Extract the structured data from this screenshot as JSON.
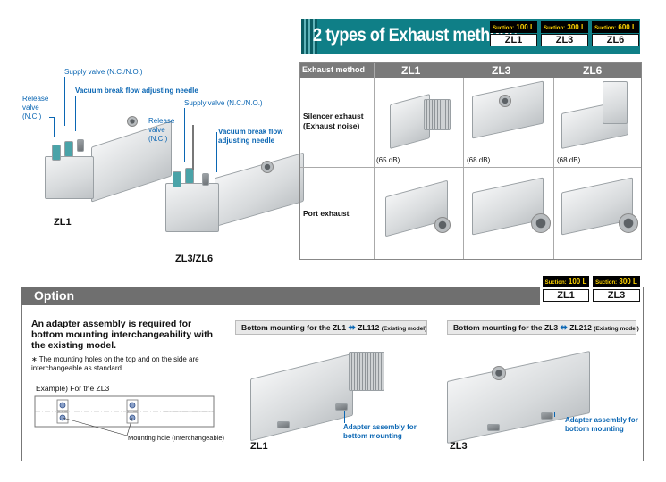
{
  "banner": {
    "title": "2 types of Exhaust methods",
    "models": [
      {
        "suction_label": "Suction:",
        "suction_value": "100 L",
        "model": "ZL1"
      },
      {
        "suction_label": "Suction:",
        "suction_value": "300 L",
        "model": "ZL3"
      },
      {
        "suction_label": "Suction:",
        "suction_value": "600 L",
        "model": "ZL6"
      }
    ]
  },
  "callouts": {
    "supply_valve_1": "Supply valve (N.C./N.O.)",
    "vacuum_break_1": "Vacuum break flow adjusting needle",
    "release_valve_1_l1": "Release",
    "release_valve_1_l2": "valve",
    "release_valve_1_l3": "(N.C.)",
    "supply_valve_2": "Supply valve (N.C./N.O.)",
    "release_valve_2_l1": "Release",
    "release_valve_2_l2": "valve",
    "release_valve_2_l3": "(N.C.)",
    "vacuum_break_2_l1": "Vacuum break flow",
    "vacuum_break_2_l2": "adjusting needle",
    "model_zl1": "ZL1",
    "model_zl3_zl6": "ZL3/ZL6"
  },
  "table": {
    "header": [
      "Exhaust method",
      "ZL1",
      "ZL3",
      "ZL6"
    ],
    "rows": [
      {
        "label_l1": "Silencer exhaust",
        "label_l2": "(Exhaust noise)",
        "noise": [
          "(65 dB)",
          "(68 dB)",
          "(68 dB)"
        ]
      },
      {
        "label_l1": "Port exhaust",
        "label_l2": ""
      }
    ]
  },
  "option": {
    "title": "Option",
    "models": [
      {
        "suction_label": "Suction:",
        "suction_value": "100 L",
        "model": "ZL1"
      },
      {
        "suction_label": "Suction:",
        "suction_value": "300 L",
        "model": "ZL3"
      }
    ],
    "desc": "An adapter assembly is required for bottom mounting interchangeability with the existing model.",
    "note": "∗ The mounting holes on the top and on the side are interchangeable as standard.",
    "example": "Example) For the ZL3",
    "mounting_hole": "Mounting hole (Interchangeable)",
    "panel1": {
      "head_a": "Bottom mounting for the ZL1",
      "head_b": "ZL112",
      "head_c": "(Existing model)",
      "adapter_l1": "Adapter assembly for",
      "adapter_l2": "bottom mounting",
      "model": "ZL1"
    },
    "panel2": {
      "head_a": "Bottom mounting for the ZL3",
      "head_b": "ZL212",
      "head_c": "(Existing model)",
      "adapter_l1": "Adapter assembly for",
      "adapter_l2": "bottom mounting",
      "model": "ZL3"
    }
  },
  "colors": {
    "banner": "#0f7f87",
    "callout": "#0a66b3",
    "suction_text": "#ffd400",
    "option_bar": "#6f6f6f"
  }
}
